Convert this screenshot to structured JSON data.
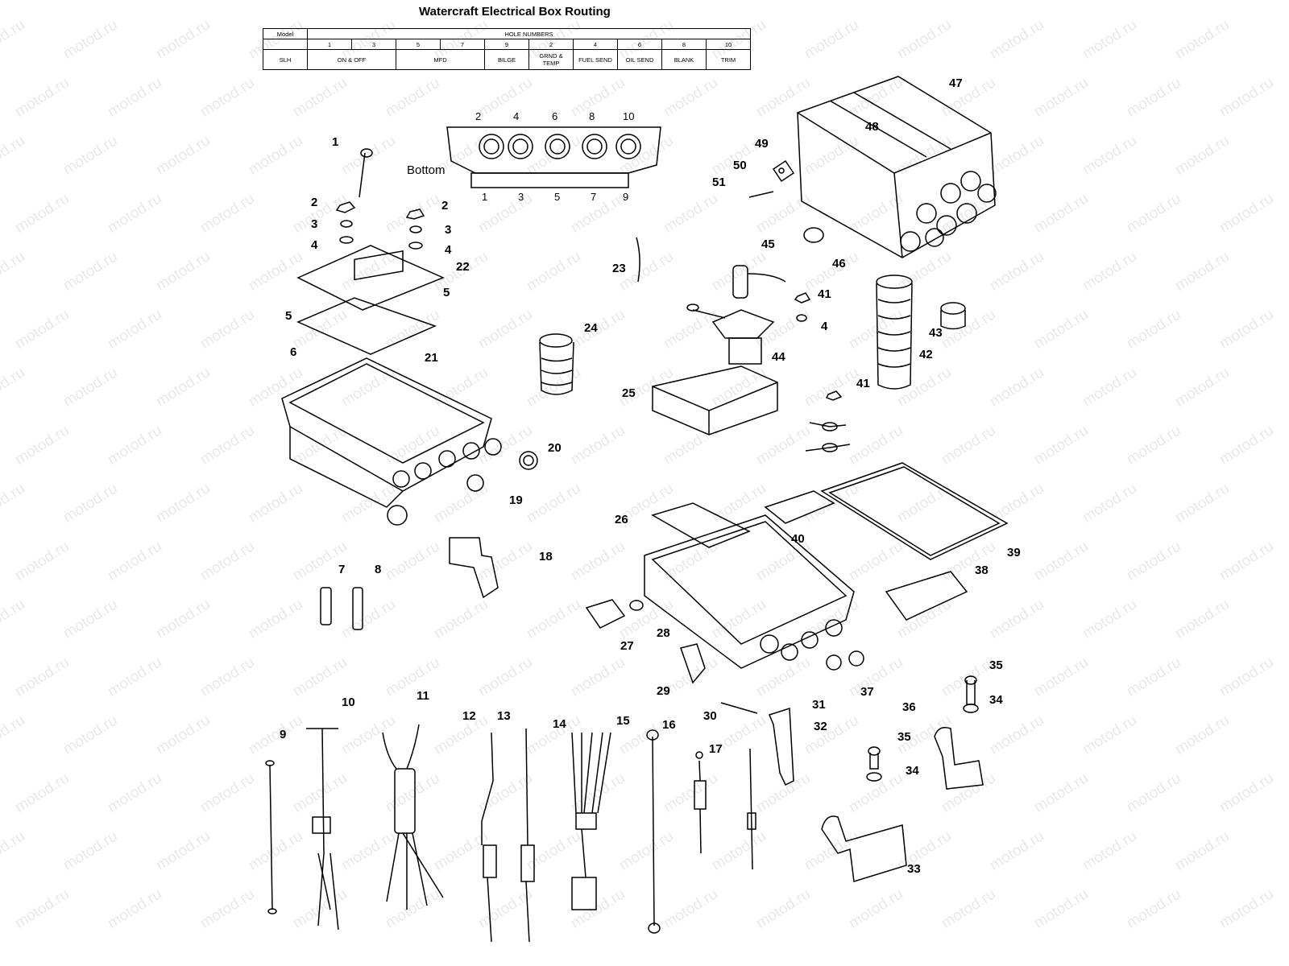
{
  "title": "Watercraft Electrical Box Routing",
  "table": {
    "model_label": "Model",
    "hole_numbers_label": "HOLE NUMBERS",
    "hole_numbers": [
      "1",
      "3",
      "5",
      "7",
      "9",
      "2",
      "4",
      "6",
      "8",
      "10"
    ],
    "row_model": "SLH",
    "assignments": [
      "ON & OFF",
      "MFD",
      "BILGE",
      "GRND & TEMP",
      "FUEL SEND",
      "OIL SEND",
      "BLANK",
      "TRIM"
    ]
  },
  "bottom_view": {
    "label": "Bottom",
    "top_ports": [
      "2",
      "4",
      "6",
      "8",
      "10"
    ],
    "bottom_ports": [
      "1",
      "3",
      "5",
      "7",
      "9"
    ]
  },
  "watermark": "motod.ru",
  "callouts": [
    "1",
    "2",
    "2",
    "3",
    "3",
    "4",
    "4",
    "5",
    "5",
    "6",
    "21",
    "22",
    "20",
    "19",
    "18",
    "7",
    "8",
    "23",
    "24",
    "25",
    "26",
    "27",
    "28",
    "29",
    "30",
    "37",
    "40",
    "39",
    "38",
    "41",
    "4",
    "44",
    "45",
    "46",
    "41",
    "42",
    "43",
    "47",
    "48",
    "49",
    "50",
    "51",
    "9",
    "10",
    "11",
    "12",
    "13",
    "14",
    "15",
    "16",
    "17",
    "31",
    "32",
    "35",
    "34",
    "36",
    "35",
    "34",
    "33"
  ]
}
